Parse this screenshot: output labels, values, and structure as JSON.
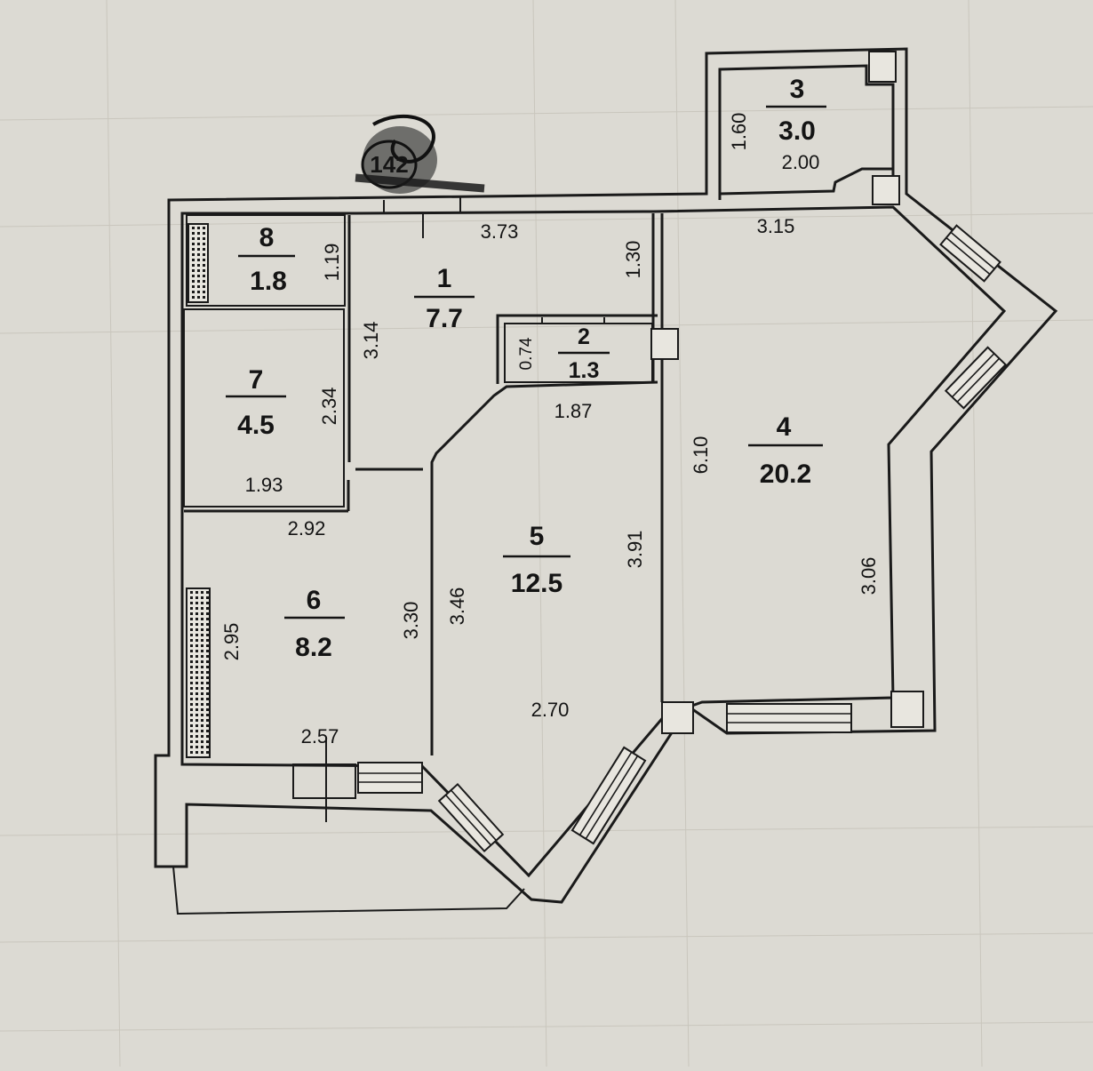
{
  "plan": {
    "apartment_number": "142",
    "rooms": [
      {
        "id": "room-1",
        "number": "1",
        "area": "7.7"
      },
      {
        "id": "room-2",
        "number": "2",
        "area": "1.3"
      },
      {
        "id": "room-3",
        "number": "3",
        "area": "3.0"
      },
      {
        "id": "room-4",
        "number": "4",
        "area": "20.2"
      },
      {
        "id": "room-5",
        "number": "5",
        "area": "12.5"
      },
      {
        "id": "room-6",
        "number": "6",
        "area": "8.2"
      },
      {
        "id": "room-7",
        "number": "7",
        "area": "4.5"
      },
      {
        "id": "room-8",
        "number": "8",
        "area": "1.8"
      }
    ],
    "dimensions": {
      "d_3_73": "3.73",
      "d_1_30": "1.30",
      "d_3_14": "3.14",
      "d_1_19": "1.19",
      "d_1_60": "1.60",
      "d_2_00": "2.00",
      "d_3_15": "3.15",
      "d_0_74": "0.74",
      "d_1_87": "1.87",
      "d_2_34": "2.34",
      "d_1_93": "1.93",
      "d_2_92": "2.92",
      "d_2_95": "2.95",
      "d_3_30": "3.30",
      "d_2_57": "2.57",
      "d_3_46": "3.46",
      "d_3_91": "3.91",
      "d_2_70": "2.70",
      "d_6_10": "6.10",
      "d_3_06": "3.06"
    }
  }
}
